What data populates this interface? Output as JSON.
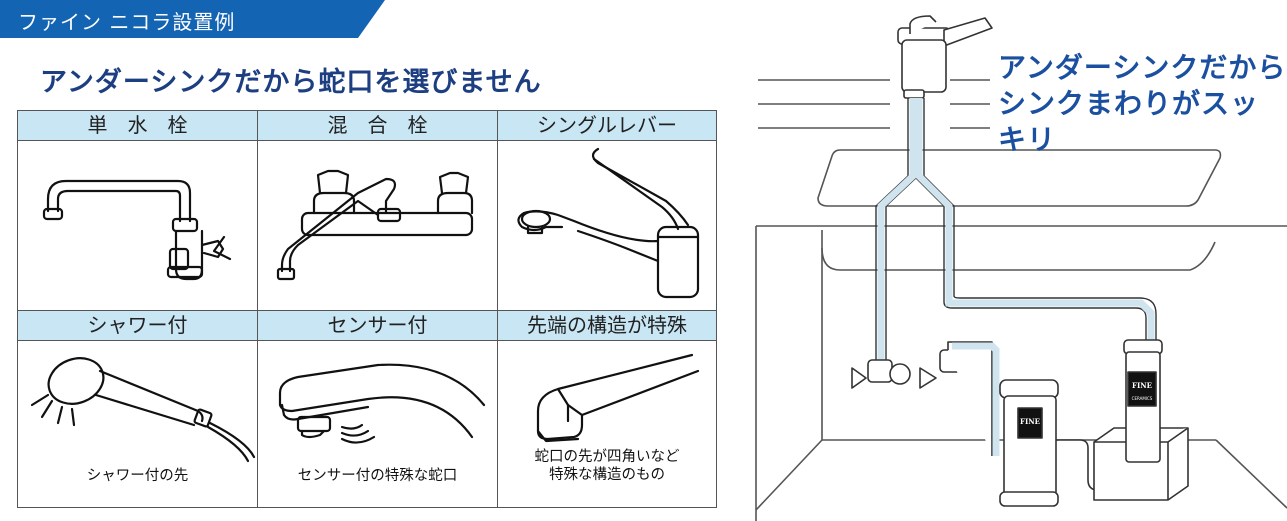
{
  "banner": {
    "text": "ファイン ニコラ設置例",
    "color": "#1464b4"
  },
  "headline": "アンダーシンクだから蛇口を選びません",
  "faucets": [
    {
      "label": "単　水　栓",
      "caption": ""
    },
    {
      "label": "混　合　栓",
      "caption": ""
    },
    {
      "label": "シングルレバー",
      "caption": ""
    },
    {
      "label": "シャワー付",
      "caption": "シャワー付の先"
    },
    {
      "label": "センサー付",
      "caption": "センサー付の特殊な蛇口"
    },
    {
      "label": "先端の構造が特殊",
      "caption_lines": [
        "蛇口の先が四角いなど",
        "特殊な構造のもの"
      ]
    }
  ],
  "right": {
    "title_line1": "アンダーシンクだから",
    "title_line2": "シンクまわりがスッキリ",
    "cartridge_left": "FINE",
    "cartridge_right": "FINE",
    "cartridge_right_sub": "CERAMICS"
  },
  "colors": {
    "header_bg": "#c9e6f4",
    "headline": "#1d3f82",
    "pipe": "#cfe4ef"
  }
}
